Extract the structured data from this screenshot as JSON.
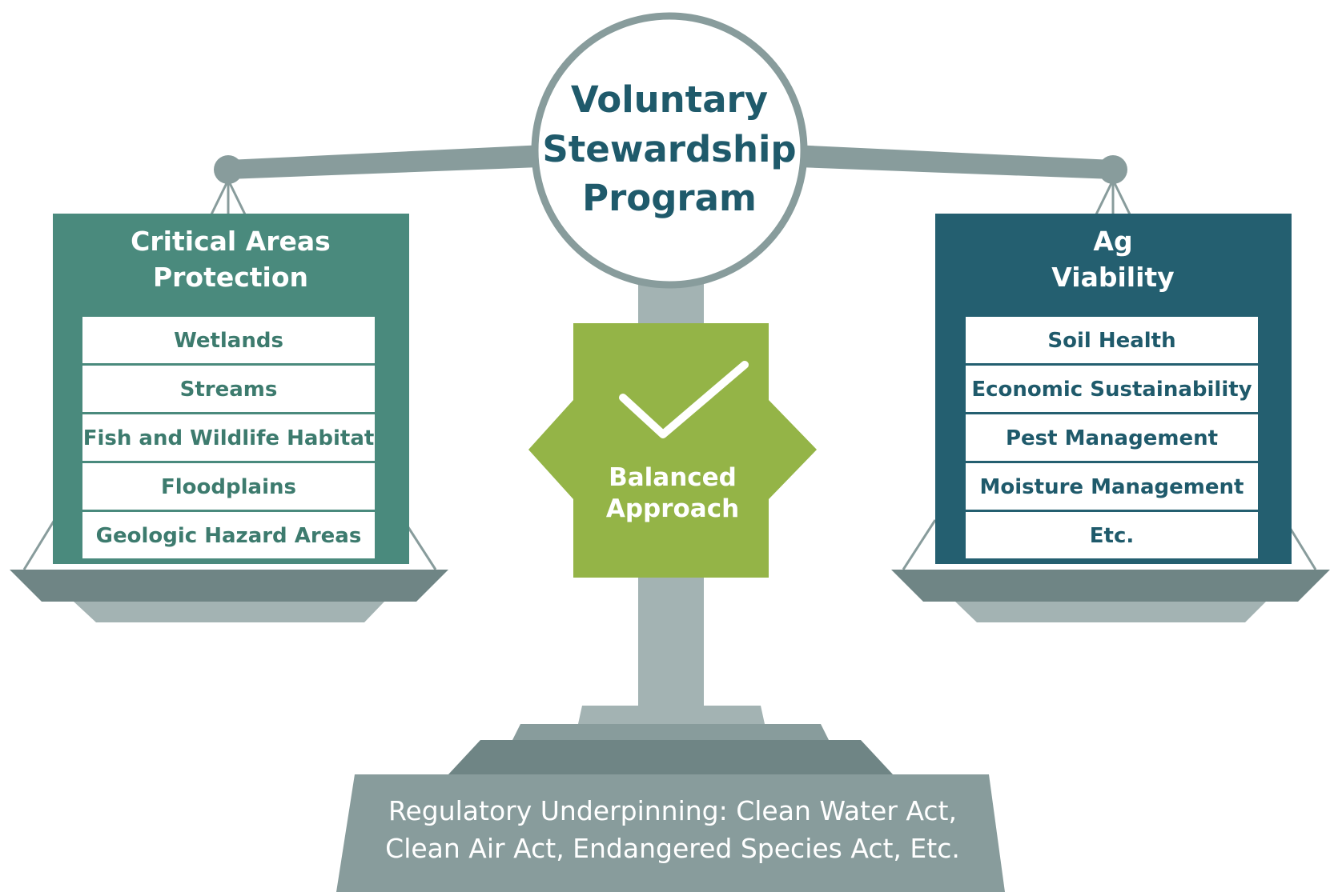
{
  "center": {
    "title_lines": [
      "Voluntary",
      "Stewardship",
      "Program"
    ]
  },
  "left_panel": {
    "title_lines": [
      "Critical Areas",
      "Protection"
    ],
    "items": [
      "Wetlands",
      "Streams",
      "Fish and Wildlife Habitat",
      "Floodplains",
      "Geologic Hazard Areas"
    ]
  },
  "right_panel": {
    "title_lines": [
      "Ag",
      "Viability"
    ],
    "items": [
      "Soil Health",
      "Economic Sustainability",
      "Pest Management",
      "Moisture Management",
      "Etc."
    ]
  },
  "badge": {
    "icon": "checkmark-icon",
    "lines": [
      "Balanced",
      "Approach"
    ]
  },
  "base": {
    "lines": [
      "Regulatory Underpinning: Clean Water Act,",
      "Clean Air Act, Endangered Species Act, Etc."
    ]
  },
  "colors": {
    "left_panel": "#4a8a7d",
    "left_text": "#3d7b6e",
    "right_panel": "#245f70",
    "right_text": "#1f5a6b",
    "scale_gray": "#889c9c",
    "scale_dark": "#6f8585",
    "scale_light": "#a3b3b3",
    "badge_green": "#94b447",
    "title_navy": "#1f5a6b"
  }
}
